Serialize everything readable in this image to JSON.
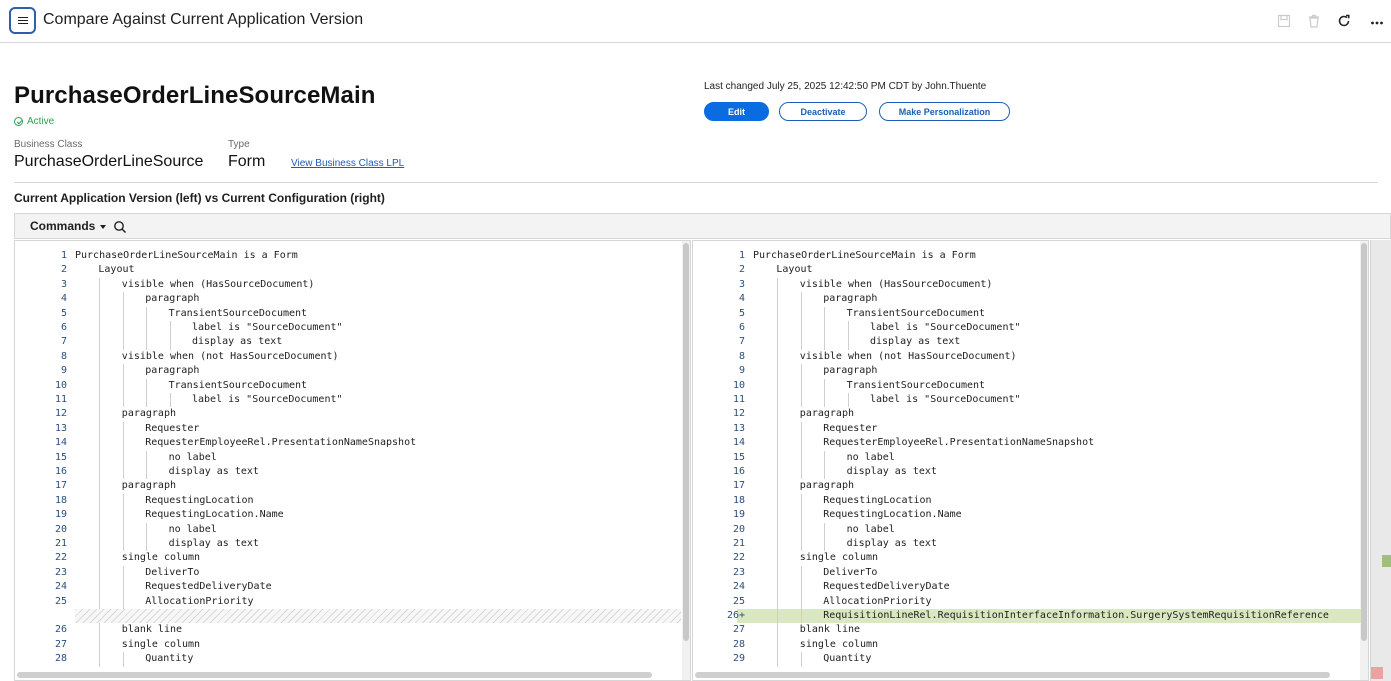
{
  "topbar": {
    "title": "Compare Against Current Application Version",
    "icons": [
      "save-icon",
      "delete-icon",
      "refresh-icon",
      "more-icon"
    ]
  },
  "header": {
    "title": "PurchaseOrderLineSourceMain",
    "status": "Active",
    "business_class_label": "Business Class",
    "business_class_value": "PurchaseOrderLineSource",
    "type_label": "Type",
    "type_value": "Form",
    "lpl_link": "View Business Class LPL",
    "last_changed": "Last changed July 25, 2025 12:42:50 PM CDT by John.Thuente",
    "buttons": {
      "edit": "Edit",
      "deactivate": "Deactivate",
      "personalize": "Make Personalization"
    }
  },
  "compare": {
    "section_title": "Current Application Version (left) vs Current Configuration (right)",
    "commands_label": "Commands",
    "added_color": "#d9e8c1",
    "left": [
      {
        "n": "1",
        "text": "PurchaseOrderLineSourceMain is a Form",
        "indent": 0
      },
      {
        "n": "2",
        "text": "Layout",
        "indent": 1
      },
      {
        "n": "3",
        "text": "visible when (HasSourceDocument)",
        "indent": 2
      },
      {
        "n": "4",
        "text": "paragraph",
        "indent": 3
      },
      {
        "n": "5",
        "text": "TransientSourceDocument",
        "indent": 4
      },
      {
        "n": "6",
        "text": "label is \"SourceDocument\"",
        "indent": 5
      },
      {
        "n": "7",
        "text": "display as text",
        "indent": 5
      },
      {
        "n": "8",
        "text": "visible when (not HasSourceDocument)",
        "indent": 2
      },
      {
        "n": "9",
        "text": "paragraph",
        "indent": 3
      },
      {
        "n": "10",
        "text": "TransientSourceDocument",
        "indent": 4
      },
      {
        "n": "11",
        "text": "label is \"SourceDocument\"",
        "indent": 5
      },
      {
        "n": "12",
        "text": "paragraph",
        "indent": 2
      },
      {
        "n": "13",
        "text": "Requester",
        "indent": 3
      },
      {
        "n": "14",
        "text": "RequesterEmployeeRel.PresentationNameSnapshot",
        "indent": 3
      },
      {
        "n": "15",
        "text": "no label",
        "indent": 4
      },
      {
        "n": "16",
        "text": "display as text",
        "indent": 4
      },
      {
        "n": "17",
        "text": "paragraph",
        "indent": 2
      },
      {
        "n": "18",
        "text": "RequestingLocation",
        "indent": 3
      },
      {
        "n": "19",
        "text": "RequestingLocation.Name",
        "indent": 3
      },
      {
        "n": "20",
        "text": "no label",
        "indent": 4
      },
      {
        "n": "21",
        "text": "display as text",
        "indent": 4
      },
      {
        "n": "22",
        "text": "single column",
        "indent": 2
      },
      {
        "n": "23",
        "text": "DeliverTo",
        "indent": 3
      },
      {
        "n": "24",
        "text": "RequestedDeliveryDate",
        "indent": 3
      },
      {
        "n": "25",
        "text": "AllocationPriority",
        "indent": 3
      },
      {
        "n": "",
        "text": "",
        "indent": 0,
        "placeholder": true
      },
      {
        "n": "26",
        "text": "blank line",
        "indent": 2
      },
      {
        "n": "27",
        "text": "single column",
        "indent": 2
      },
      {
        "n": "28",
        "text": "Quantity",
        "indent": 3
      }
    ],
    "right": [
      {
        "n": "1",
        "text": "PurchaseOrderLineSourceMain is a Form",
        "indent": 0
      },
      {
        "n": "2",
        "text": "Layout",
        "indent": 1
      },
      {
        "n": "3",
        "text": "visible when (HasSourceDocument)",
        "indent": 2
      },
      {
        "n": "4",
        "text": "paragraph",
        "indent": 3
      },
      {
        "n": "5",
        "text": "TransientSourceDocument",
        "indent": 4
      },
      {
        "n": "6",
        "text": "label is \"SourceDocument\"",
        "indent": 5
      },
      {
        "n": "7",
        "text": "display as text",
        "indent": 5
      },
      {
        "n": "8",
        "text": "visible when (not HasSourceDocument)",
        "indent": 2
      },
      {
        "n": "9",
        "text": "paragraph",
        "indent": 3
      },
      {
        "n": "10",
        "text": "TransientSourceDocument",
        "indent": 4
      },
      {
        "n": "11",
        "text": "label is \"SourceDocument\"",
        "indent": 5
      },
      {
        "n": "12",
        "text": "paragraph",
        "indent": 2
      },
      {
        "n": "13",
        "text": "Requester",
        "indent": 3
      },
      {
        "n": "14",
        "text": "RequesterEmployeeRel.PresentationNameSnapshot",
        "indent": 3
      },
      {
        "n": "15",
        "text": "no label",
        "indent": 4
      },
      {
        "n": "16",
        "text": "display as text",
        "indent": 4
      },
      {
        "n": "17",
        "text": "paragraph",
        "indent": 2
      },
      {
        "n": "18",
        "text": "RequestingLocation",
        "indent": 3
      },
      {
        "n": "19",
        "text": "RequestingLocation.Name",
        "indent": 3
      },
      {
        "n": "20",
        "text": "no label",
        "indent": 4
      },
      {
        "n": "21",
        "text": "display as text",
        "indent": 4
      },
      {
        "n": "22",
        "text": "single column",
        "indent": 2
      },
      {
        "n": "23",
        "text": "DeliverTo",
        "indent": 3
      },
      {
        "n": "24",
        "text": "RequestedDeliveryDate",
        "indent": 3
      },
      {
        "n": "25",
        "text": "AllocationPriority",
        "indent": 3
      },
      {
        "n": "26+",
        "text": "RequisitionLineRel.RequisitionInterfaceInformation.SurgerySystemRequisitionReference",
        "indent": 3,
        "added": true
      },
      {
        "n": "27",
        "text": "blank line",
        "indent": 2
      },
      {
        "n": "28",
        "text": "single column",
        "indent": 2
      },
      {
        "n": "29",
        "text": "Quantity",
        "indent": 3
      }
    ]
  }
}
